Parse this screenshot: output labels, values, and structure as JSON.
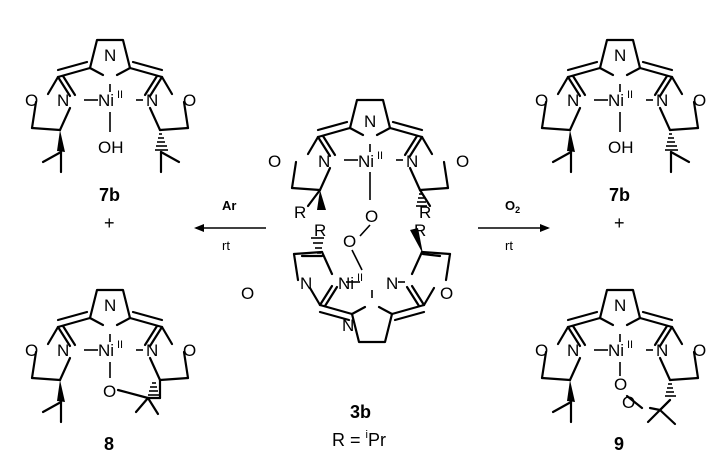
{
  "compounds": {
    "top_left": {
      "label": "7b",
      "metal": "Ni",
      "oxidation": "II",
      "ligand": "OH"
    },
    "bottom_left": {
      "label": "8",
      "metal": "Ni",
      "oxidation": "II",
      "ligand": "O"
    },
    "center": {
      "label": "3b",
      "metal": "Ni",
      "oxidation": "II",
      "bridge": [
        "O",
        "O"
      ],
      "r_group": "R"
    },
    "top_right": {
      "label": "7b",
      "metal": "Ni",
      "oxidation": "II",
      "ligand": "OH"
    },
    "bottom_right": {
      "label": "9",
      "metal": "Ni",
      "oxidation": "II",
      "ligand": [
        "O",
        "O"
      ]
    }
  },
  "atoms": {
    "N": "N",
    "O": "O"
  },
  "plus_sign": "+",
  "left_reaction": {
    "reagent": "Ar",
    "condition": "rt"
  },
  "right_reaction": {
    "reagent": "O",
    "reagent_subscript": "2",
    "condition": "rt"
  },
  "r_definition": {
    "prefix": "R = ",
    "superscript": "i",
    "group": "Pr"
  }
}
